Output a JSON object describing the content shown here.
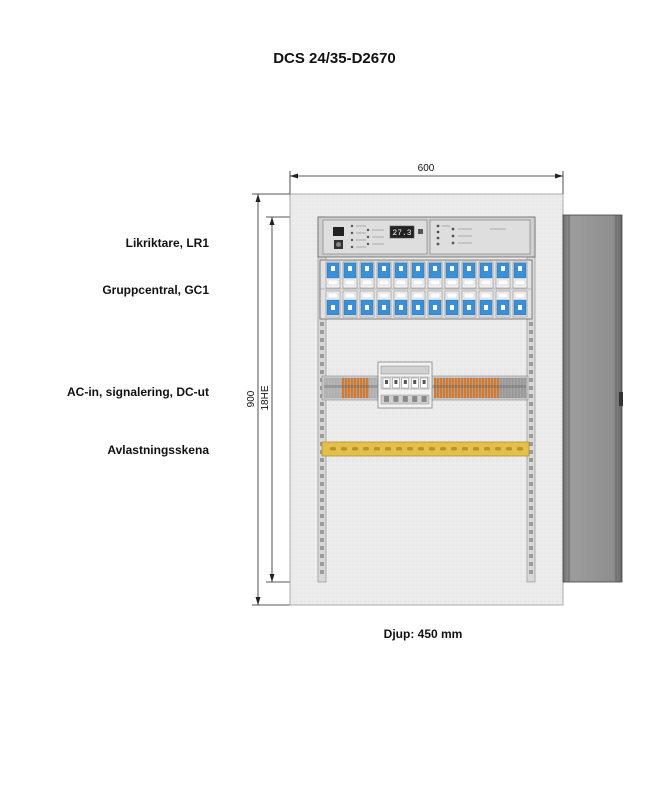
{
  "title": "DCS 24/35-D2670",
  "labels": {
    "rectifier": "Likriktare, LR1",
    "group_central": "Gruppcentral, GC1",
    "ac_in": "AC-in, signalering, DC-ut",
    "relief_rail": "Avlastningsskena"
  },
  "dimensions": {
    "width": "600",
    "height": "900",
    "units": "18HE"
  },
  "depth": "Djup: 450 mm",
  "display_value": "27.3",
  "colors": {
    "breaker_blue": "#3a8fd6",
    "rail_yellow": "#e4c04a",
    "cabinet_fill": "#ececec",
    "door_fill": "#8a8a8a"
  }
}
